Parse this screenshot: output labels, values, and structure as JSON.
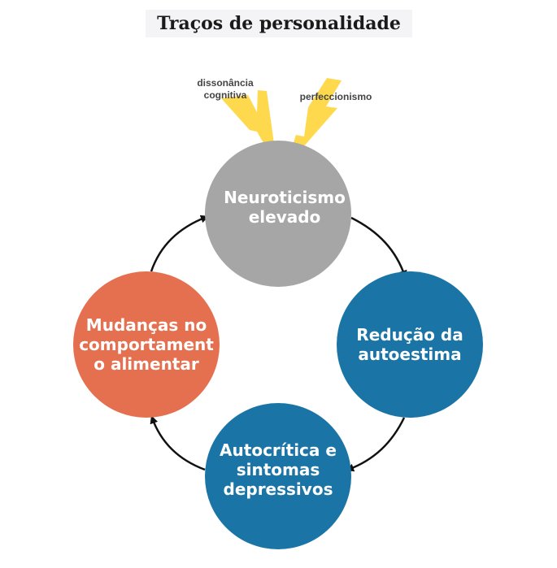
{
  "title": "Traços de personalidade",
  "nodes": {
    "neuroticismo": "Neuroticismo\nelevado",
    "autoestima": "Redução da\nautoestima",
    "autocritica": "Autocrítica e\nsintomas\ndepressivos",
    "mudancas": "Mudanças no\ncomportament\no alimentar"
  },
  "traits": {
    "dissonancia": "dissonância\ncognitiva",
    "perfeccionismo": "perfeccionismo"
  },
  "colors": {
    "neuroticismo": "#a6a6a6",
    "autoestima": "#1a75a6",
    "autocritica": "#1a75a6",
    "mudancas": "#e57050",
    "lightning": "#ffd94d",
    "arrows": "#111111"
  },
  "icons": [
    "lightning-bolt-icon",
    "lightning-bolt-icon"
  ]
}
